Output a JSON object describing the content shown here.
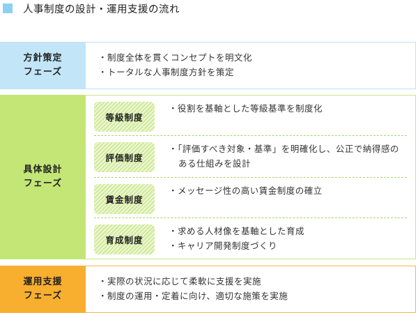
{
  "title": {
    "icon": "square-bullet-icon",
    "icon_color": "#8fd0f0",
    "text": "人事制度の設計・運用支援の流れ"
  },
  "phases": [
    {
      "label_line1": "方針策定",
      "label_line2": "フェーズ",
      "color": "#c2e5f7",
      "bullets": [
        "・制度全体を貫くコンセプトを明文化",
        "・トータルな人事制度方針を策定"
      ]
    },
    {
      "label_line1": "具体設計",
      "label_line2": "フェーズ",
      "color": "#c4e677",
      "items": [
        {
          "tag": "等級制度",
          "bullets": [
            "・役割を基軸とした等級基準を制度化"
          ]
        },
        {
          "tag": "評価制度",
          "bullets": [
            "・「評価すべき対象・基準」を明確化し、公正で納得感のある仕組みを設計"
          ]
        },
        {
          "tag": "賃金制度",
          "bullets": [
            "・メッセージ性の高い賃金制度の確立"
          ]
        },
        {
          "tag": "育成制度",
          "bullets": [
            "・求める人材像を基軸とした育成",
            "・キャリア開発制度づくり"
          ]
        }
      ]
    },
    {
      "label_line1": "運用支援",
      "label_line2": "フェーズ",
      "color": "#f8ae2f",
      "bullets": [
        "・実際の状況に応じて柔軟に支援を実施",
        "・制度の運用・定着に向け、適切な施策を実施"
      ]
    }
  ]
}
